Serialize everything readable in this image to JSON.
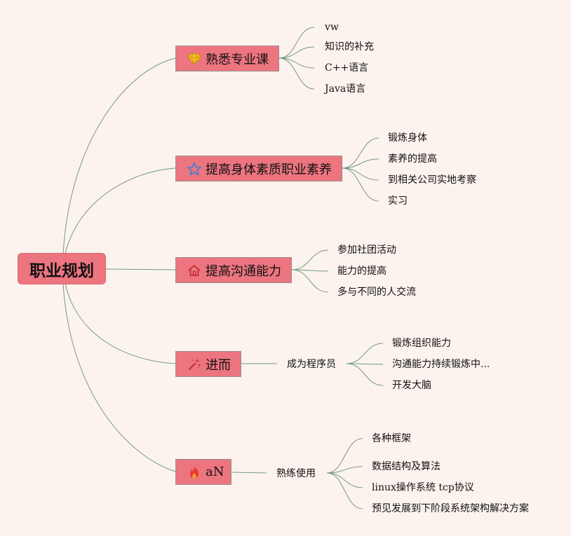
{
  "root": {
    "label": "职业规划"
  },
  "branches": [
    {
      "label": "熟悉专业课",
      "icon": "diamond-icon",
      "children": [
        "vw",
        "知识的补充",
        "C++语言",
        "Java语言"
      ]
    },
    {
      "label": "提高身体素质职业素养",
      "icon": "star-icon",
      "children": [
        "锻炼身体",
        "素养的提高",
        "到相关公司实地考察",
        "实习"
      ]
    },
    {
      "label": "提高沟通能力",
      "icon": "home-icon",
      "children": [
        "参加社团活动",
        "能力的提高",
        "多与不同的人交流"
      ]
    },
    {
      "label": "进而",
      "icon": "magic-wand-icon",
      "mid": "成为程序员",
      "children": [
        "锻炼组织能力",
        "沟通能力持续锻炼中...",
        "开发大脑"
      ]
    },
    {
      "label": "aN",
      "icon": "fire-icon",
      "mid": "熟练使用",
      "children": [
        "各种框架",
        "数据结构及算法",
        "linux操作系统 tcp协议",
        "预见发展到下阶段系统架构解决方案"
      ]
    }
  ],
  "colors": {
    "node_fill": "#ec7580",
    "connector": "#6e9a84",
    "background": "#fdf3ee"
  }
}
